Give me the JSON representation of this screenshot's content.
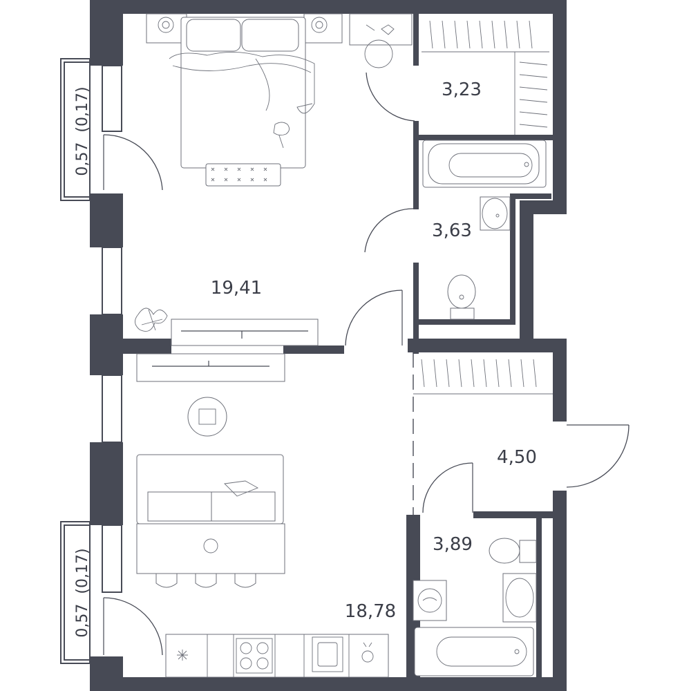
{
  "rooms": {
    "bedroom": {
      "area": "19,41"
    },
    "wardrobe": {
      "area": "3,23"
    },
    "bathroom_upper": {
      "area": "3,63"
    },
    "hallway": {
      "area": "4,50"
    },
    "bathroom_lower": {
      "area": "3,89"
    },
    "kitchen_living": {
      "area": "18,78"
    }
  },
  "balconies": {
    "upper": {
      "label": "0,57  (0,17)"
    },
    "lower": {
      "label": "0,57  (0,17)"
    }
  },
  "colors": {
    "wall": "#474a55",
    "background": "#ffffff"
  }
}
